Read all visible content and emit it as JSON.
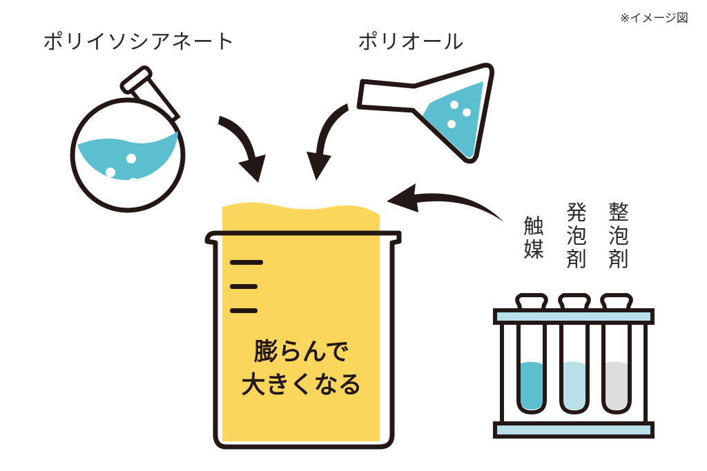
{
  "labels": {
    "polyisocyanate": "ポリイソシアネート",
    "polyol": "ポリオール",
    "note": "※イメージ図",
    "catalyst": "触媒",
    "blowing_agent": "発泡剤",
    "foam_stabilizer": "整泡剤",
    "beaker_line1": "膨らんで",
    "beaker_line2": "大きくなる"
  },
  "colors": {
    "outline": "#231815",
    "blue_liquid": "#5bbfcf",
    "light_blue": "#b9e0e8",
    "gray_liquid": "#dcdcdc",
    "foam_yellow": "#fbd65c"
  }
}
